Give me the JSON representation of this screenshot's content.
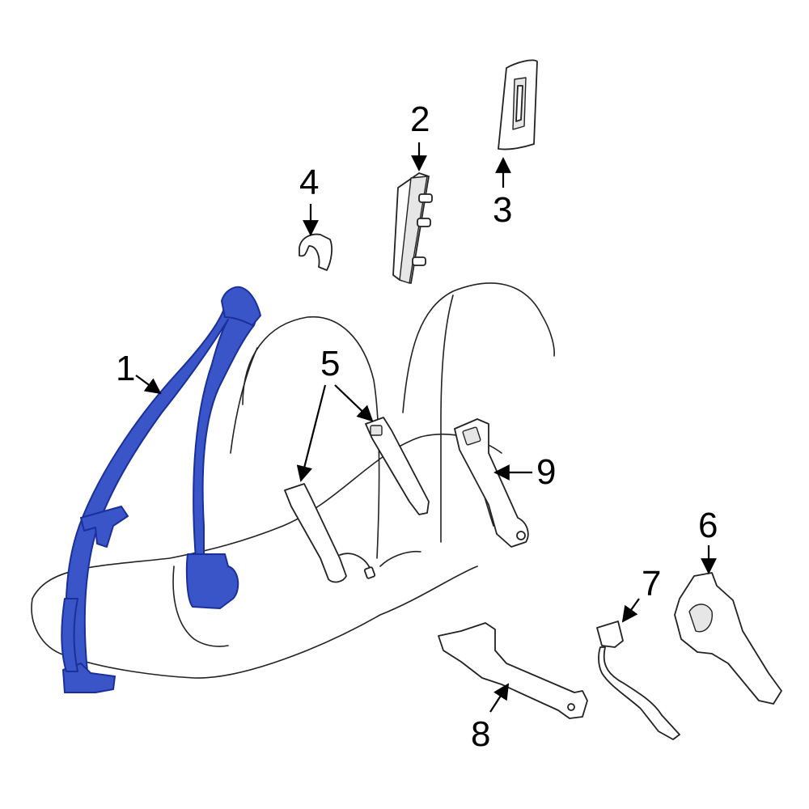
{
  "diagram": {
    "highlight_color": "#3a55c8",
    "highlight_dark": "#1a2f9a",
    "callouts": [
      {
        "id": "1",
        "label": "1"
      },
      {
        "id": "2",
        "label": "2"
      },
      {
        "id": "3",
        "label": "3"
      },
      {
        "id": "4",
        "label": "4"
      },
      {
        "id": "5",
        "label": "5"
      },
      {
        "id": "6",
        "label": "6"
      },
      {
        "id": "7",
        "label": "7"
      },
      {
        "id": "8",
        "label": "8"
      },
      {
        "id": "9",
        "label": "9"
      }
    ]
  }
}
